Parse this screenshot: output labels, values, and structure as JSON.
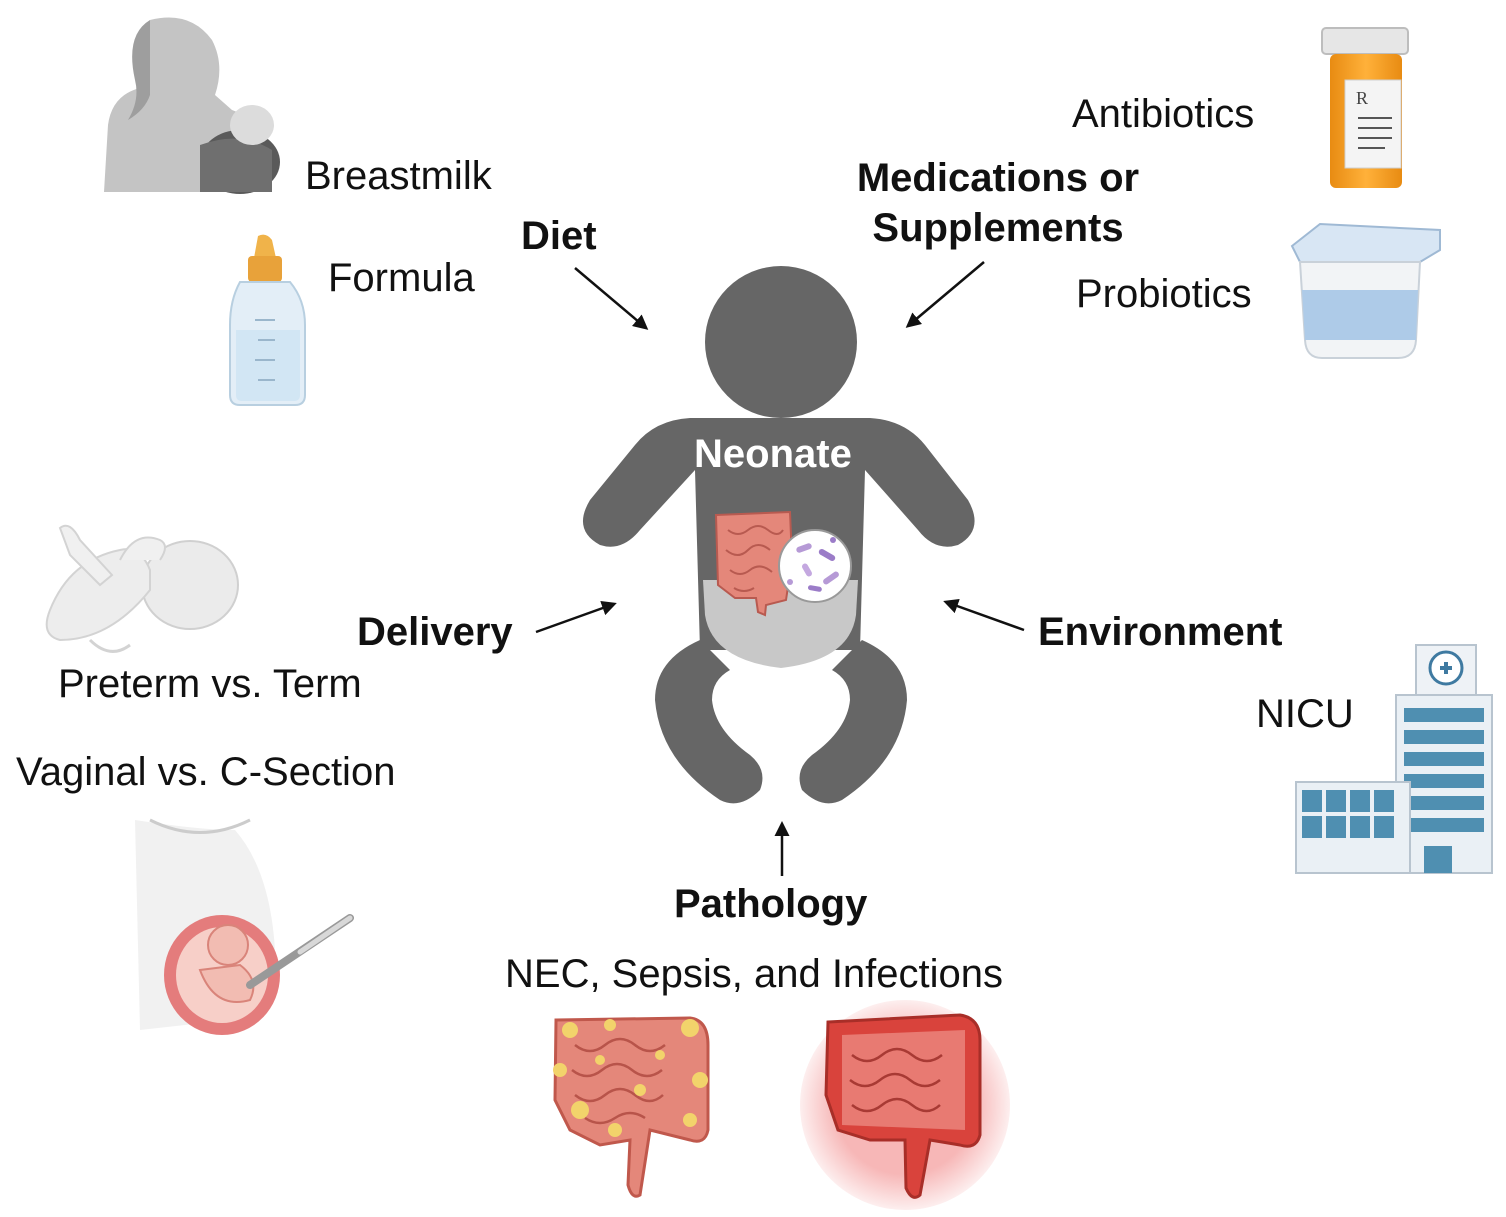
{
  "center": {
    "label": "Neonate"
  },
  "diet": {
    "title": "Diet",
    "items": [
      "Breastmilk",
      "Formula"
    ]
  },
  "medications": {
    "title_line1": "Medications or",
    "title_line2": "Supplements",
    "items": [
      "Antibiotics",
      "Probiotics"
    ],
    "rx_mark": "R"
  },
  "delivery": {
    "title": "Delivery",
    "items": [
      "Preterm vs. Term",
      "Vaginal vs. C-Section"
    ]
  },
  "environment": {
    "title": "Environment",
    "items": [
      "NICU"
    ]
  },
  "pathology": {
    "title": "Pathology",
    "items": [
      "NEC, Sepsis, and Infections"
    ]
  },
  "colors": {
    "baby": "#666666",
    "diaper": "#c8c8c8",
    "intestine": "#e4877a",
    "inflamed": "#d9433c",
    "pill_bottle": "#f39a1c",
    "hospital": "#4f8fb1",
    "microbe": "#b69ad6"
  }
}
